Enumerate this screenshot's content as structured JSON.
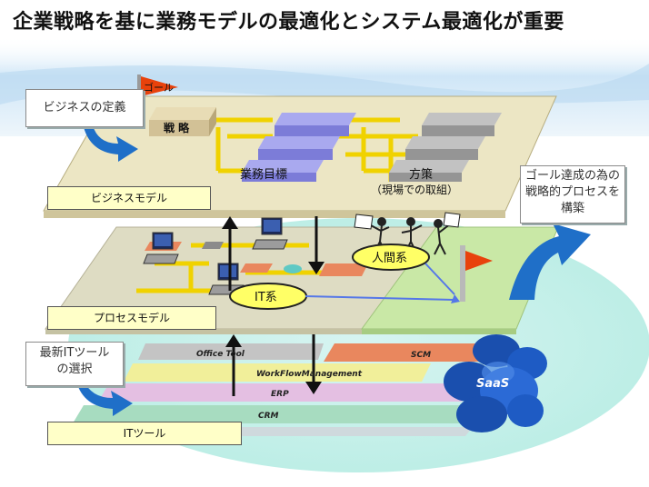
{
  "title": "企業戦略を基に業務モデルの最適化とシステム最適化が重要",
  "callouts": {
    "business_def": "ビジネスの定義",
    "goal_process": [
      "ゴール達成の為の",
      "戦略的プロセスを",
      "構築"
    ],
    "it_tool_select": [
      "最新ITツール",
      "の選択"
    ]
  },
  "layers": {
    "business": "ビジネスモデル",
    "process": "プロセスモデル",
    "it": "ITツール"
  },
  "business_layer": {
    "goal_flag": "ゴール",
    "strategy": "戦 略",
    "objectives": "業務目標",
    "measures": "方策",
    "measures_sub": "（現場での取組）"
  },
  "process_layer": {
    "human": "人間系",
    "it_system": "IT系"
  },
  "it_layer": {
    "office": "Office Tool",
    "workflow": "WorkFlowManagement",
    "erp": "ERP",
    "crm": "CRM",
    "scm": "SCM",
    "saas": "SaaS"
  },
  "colors": {
    "business_plate": "#ece6c4",
    "process_plate": "#dedcc3",
    "strategy_block": "#d2c196",
    "objective_block": "#8f8fe0",
    "measure_block": "#a3a3a3",
    "connector": "#f0d200",
    "flag": "#e8420c",
    "arrow_blue": "#1f6fc8",
    "office_bar": "#c4c4c4",
    "workflow_bar": "#f1ef9a",
    "erp_bar": "#e4bfe2",
    "crm_bar": "#a7dcc0",
    "scm_bar": "#e9875e",
    "saas_cloud": "#1a4fae"
  }
}
